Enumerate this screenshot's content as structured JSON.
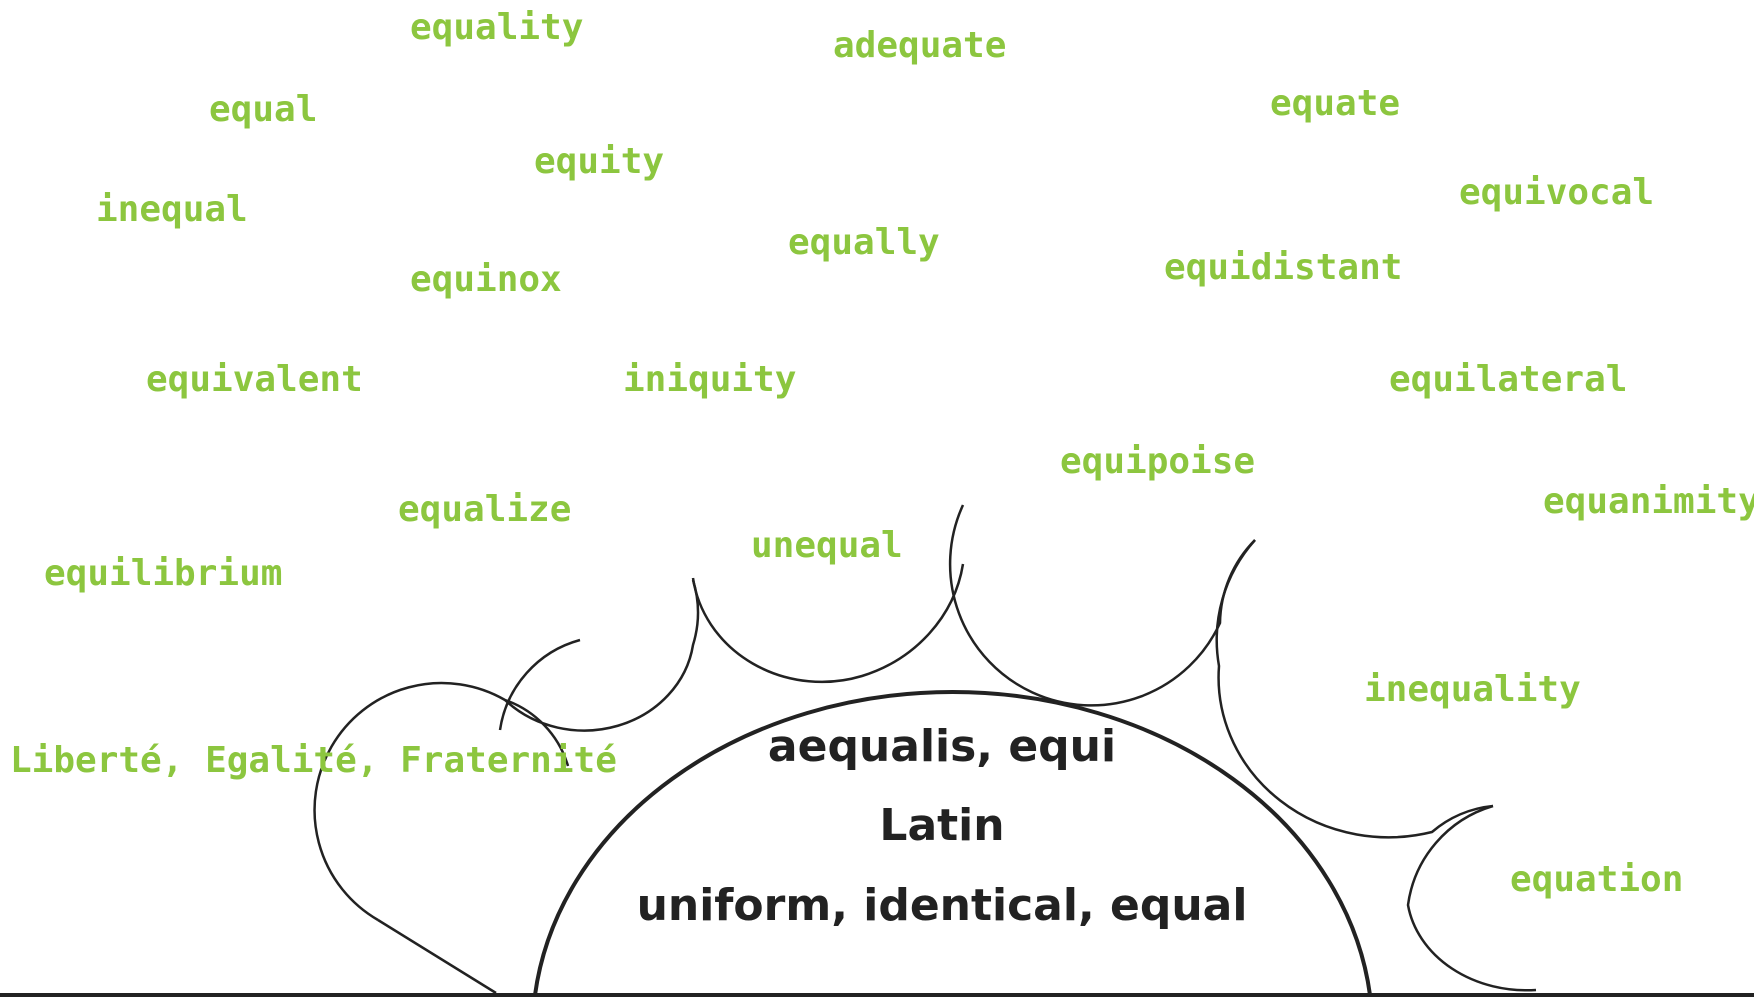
{
  "root": {
    "lines": [
      "aequalis, equi",
      "Latin",
      "uniform, identical, equal"
    ]
  },
  "words": [
    "equality",
    "adequate",
    "equal",
    "equate",
    "equity",
    "equivocal",
    "inequal",
    "equally",
    "equidistant",
    "equinox",
    "equivalent",
    "iniquity",
    "equilateral",
    "equipoise",
    "equanimity",
    "equalize",
    "unequal",
    "equilibrium",
    "inequality",
    "Liberté, Egalité, Fraternité",
    "equation"
  ],
  "colors": {
    "word": "#8cc63f",
    "root_text": "#222222",
    "outline": "#222222"
  }
}
